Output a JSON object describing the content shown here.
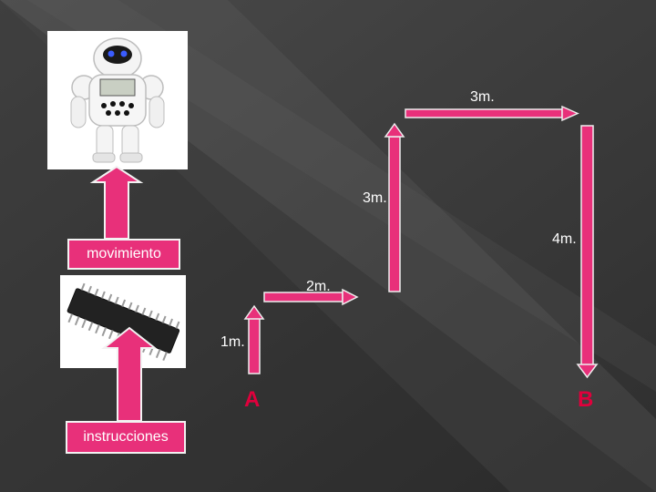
{
  "labels": {
    "movimiento": "movimiento",
    "instrucciones": "instrucciones"
  },
  "distances": {
    "seg1": "1m.",
    "seg2": "2m.",
    "seg3": "3m.",
    "seg4": "3m.",
    "seg5": "4m."
  },
  "points": {
    "start": "A",
    "end": "B"
  },
  "colors": {
    "accent": "#e8307a",
    "point_text": "#e0003c",
    "background": "#3a3a3a"
  },
  "images": {
    "robot": "robot-toy",
    "chip": "microchip"
  }
}
